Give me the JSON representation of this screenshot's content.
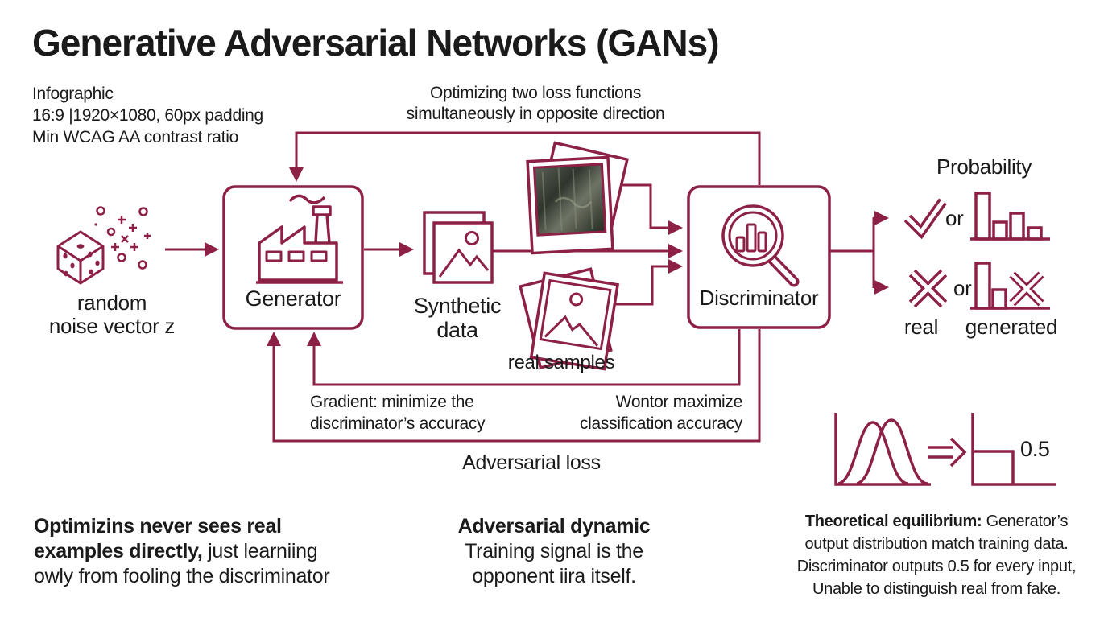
{
  "colors": {
    "accent": "#8d2045",
    "ink": "#1a1a1a",
    "background": "#ffffff"
  },
  "title": "Generative Adversarial Networks (GANs)",
  "meta": {
    "lines": [
      "Infographic",
      "16:9 |1920×1080, 60px padding",
      "Min WCAG AA contrast ratio"
    ]
  },
  "top_note": {
    "lines": [
      "Optimizing two loss functions",
      "simultaneously in opposite direction"
    ]
  },
  "flow": {
    "noise": {
      "label_lines": [
        "random",
        "noise vector z"
      ],
      "icon": "dice-with-noise-particles"
    },
    "generator": {
      "label": "Generator",
      "icon": "factory"
    },
    "synthetic": {
      "label_lines": [
        "Synthetic",
        "data"
      ],
      "icon": "image-stack"
    },
    "real_samples": {
      "label": "real samples",
      "icon": "photo-stack"
    },
    "discriminator": {
      "label": "Discriminator",
      "icon": "magnifier-with-bar-chart"
    }
  },
  "outputs": {
    "heading": "Probability",
    "real": {
      "icon": "checkmark",
      "or_label": "or",
      "chart_icon": "bar-chart-4-bars",
      "label": "real"
    },
    "generated": {
      "icon": "cross",
      "or_label": "or",
      "chart_icon": "bar-chart-with-cross",
      "label": "generated"
    }
  },
  "feedback": {
    "generator_gradient": {
      "lines": [
        "Gradient: minimize the",
        "discriminator’s accuracy"
      ]
    },
    "discriminator_gradient": {
      "lines": [
        "Wontor maximize",
        "classification accuracy"
      ]
    },
    "loss_label": "Adversarial loss"
  },
  "equilibrium": {
    "left_icon": "overlapping-distributions",
    "arrow_icon": "double-arrow-implies",
    "right_icon": "step-function",
    "value_label": "0.5",
    "note": {
      "lead_bold": "Theoretical equilibrium:",
      "line1_rest": " Generator’s",
      "lines": [
        "output distribution match training data.",
        "Discriminator outputs 0.5 for every input,",
        "Unable to distinguish real from fake."
      ]
    }
  },
  "notes": {
    "left": {
      "line1_bold": "Optimizins never sees real",
      "line2_bold": "examples directly,",
      "line2_rest": " just learniing",
      "line3": "owly from fooling the discriminator"
    },
    "middle": {
      "heading_bold": "Adversarial dynamic",
      "lines": [
        "Training signal is the",
        "opponent iira itself."
      ]
    }
  }
}
